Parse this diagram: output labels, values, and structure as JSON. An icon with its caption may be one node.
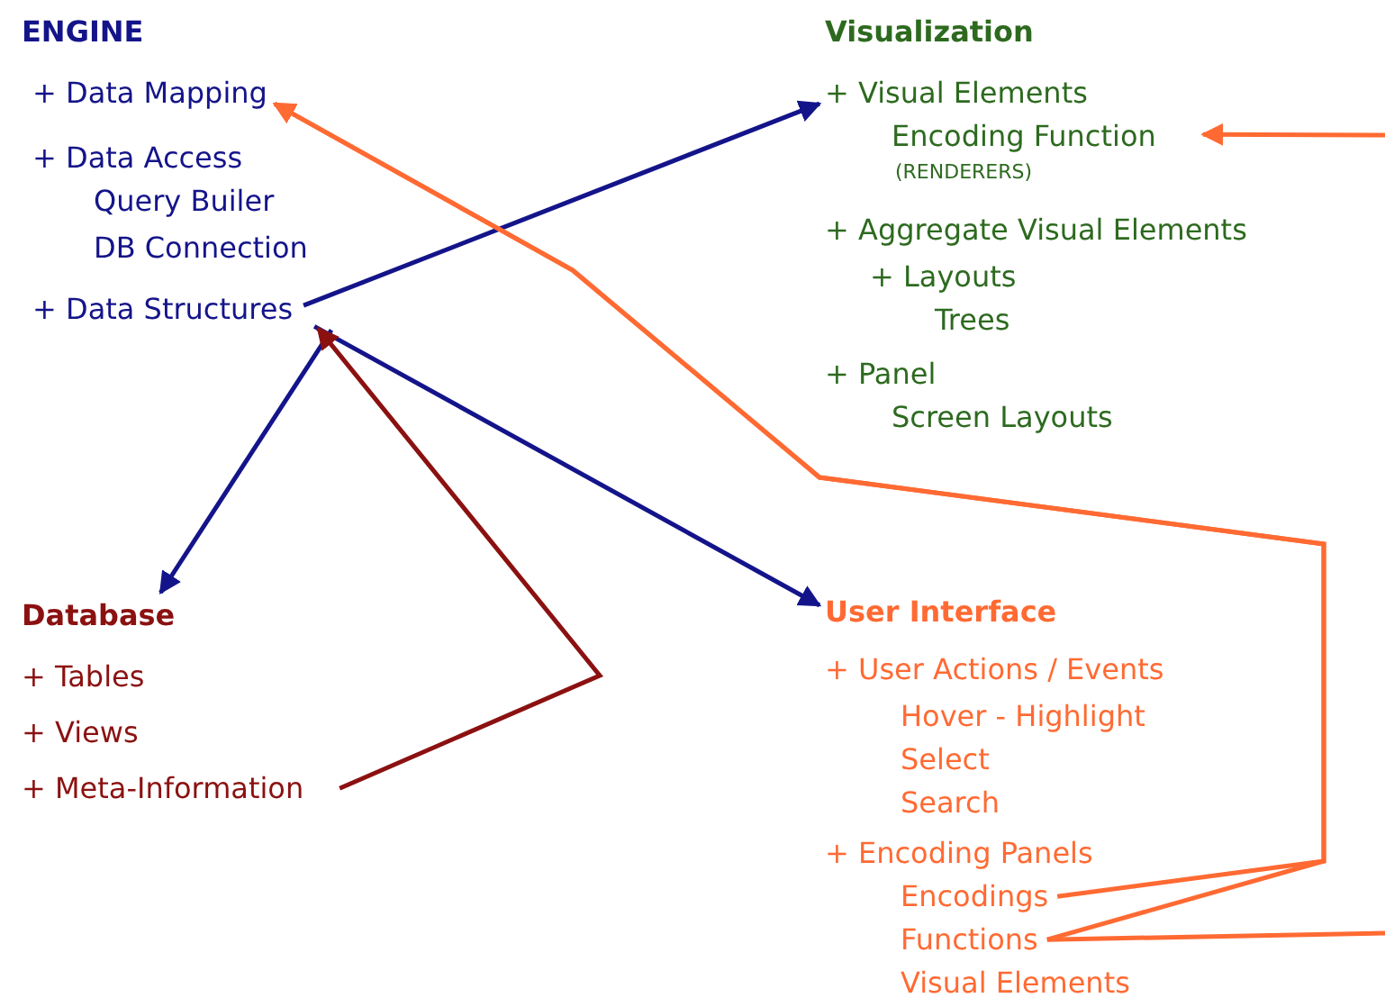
{
  "diagram": {
    "nodes": [
      {
        "text": [
          "+ Data Mapping"
        ]
      },
      {
        "text": [
          "+ Data Structures"
        ]
      },
      {
        "text": [
          "+ Visual Elements"
        ]
      },
      {
        "text": [
          "Encoding Function"
        ]
      },
      {
        "text": [
          "Database"
        ]
      },
      {
        "text": [
          "+ Meta-Information"
        ]
      },
      {
        "text": [
          "User Interface"
        ]
      },
      {
        "text": [
          "Encodings"
        ]
      },
      {
        "text": [
          "Functions"
        ]
      }
    ],
    "edges": [
      {
        "from": 1,
        "to": 2,
        "arrow": "to",
        "color": "#14148a"
      },
      {
        "from": 1,
        "to": 6,
        "arrow": "to",
        "color": "#14148a"
      },
      {
        "from": 1,
        "to": 4,
        "arrow": "to",
        "color": "#14148a"
      },
      {
        "from": 5,
        "to": 1,
        "arrow": "to",
        "color": "#8b1111"
      },
      {
        "from": 7,
        "to": 0,
        "arrow": "to"
      },
      {
        "from": 8,
        "to": 0,
        "arrow": "to"
      },
      {
        "from": null,
        "to": 3,
        "arrow": "to"
      },
      {
        "from": 8,
        "to": null,
        "arrow": "none"
      }
    ],
    "labels": [
      "ENGINE",
      "Visualization",
      "+ Data Access",
      "Query Builer",
      "DB Connection",
      "(RENDERERS)",
      "+ Aggregate Visual Elements",
      "+ Layouts",
      "Trees",
      "+ Panel",
      "Screen Layouts",
      "+ Tables",
      "+ Views",
      "+ User Actions / Events",
      "Hover - Highlight",
      "Select",
      "Search",
      "+ Encoding Panels",
      "Visual Elements"
    ]
  }
}
